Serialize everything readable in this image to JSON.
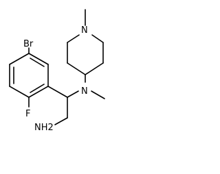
{
  "molecule": {
    "atoms": {
      "br": "Br",
      "f": "F",
      "amine_n": "N",
      "ring_n": "N",
      "nh2": "NH2"
    }
  },
  "colors": {
    "bond": "#000000",
    "label": "#000000",
    "background": "#ffffff"
  }
}
